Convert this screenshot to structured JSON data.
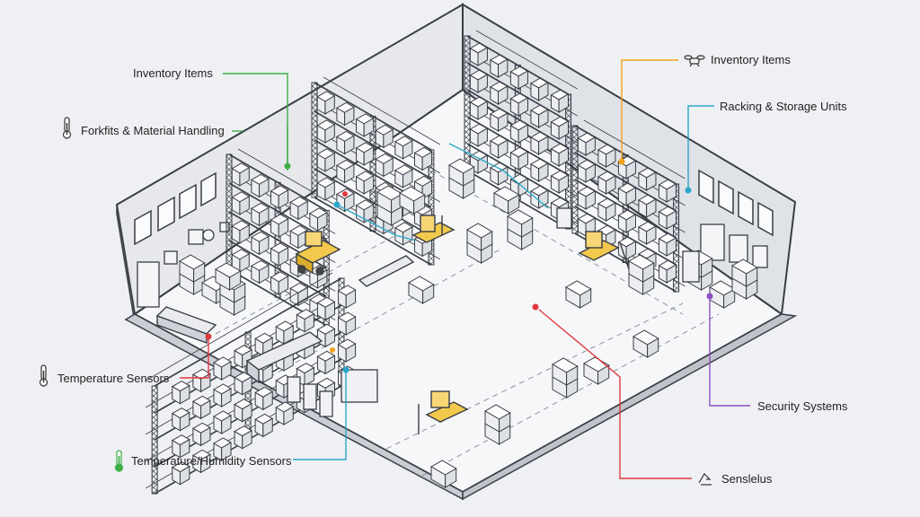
{
  "callouts": {
    "inventory_left": "Inventory Items",
    "forklifts": "Forkfits & Material Handling",
    "temp_sensors": "Temperature Sensors",
    "temp_humidity": "Temperature/Humidity Sensors",
    "inventory_right": "Inventory Items",
    "racking": "Racking & Storage Units",
    "security": "Security Systems",
    "sensors": "Senslelus"
  },
  "colors": {
    "green": "#3fae49",
    "cyan": "#2aa7c9",
    "red": "#e0393e",
    "orange": "#f2a31b",
    "purple": "#8e4fc2",
    "outline": "#3a3d45",
    "floor": "#f6f7f9",
    "wall": "#e4e6ea",
    "forklift": "#f2c94c"
  },
  "icons": {
    "forklifts": "thermometer-icon",
    "temp_sensors": "thermometer-icon",
    "temp_humidity": "thermometer-green-icon",
    "inventory_right": "drone-icon",
    "sensors": "sensor-icon"
  }
}
